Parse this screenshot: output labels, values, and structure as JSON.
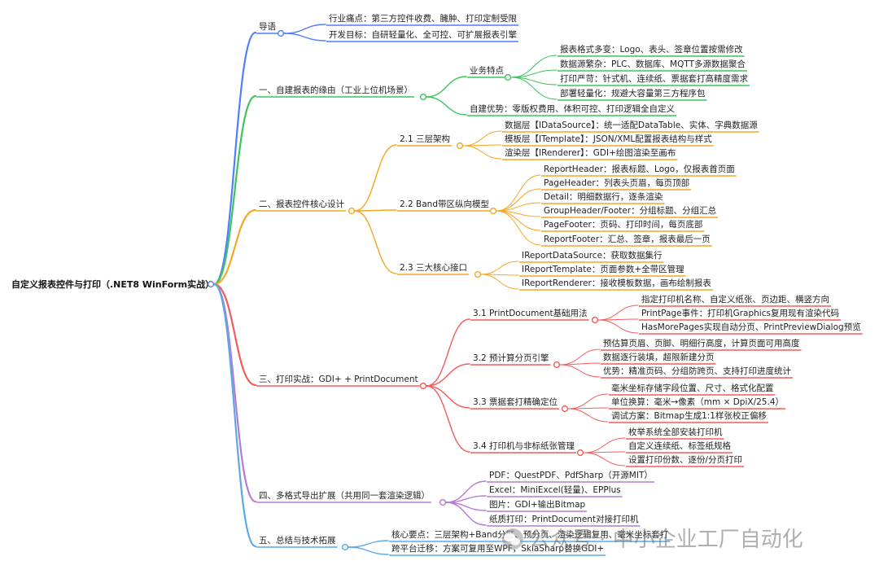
{
  "root": {
    "label": "自定义报表控件与打印（.NET8 WinForm实战）"
  },
  "branches": [
    {
      "label": "导语",
      "color": "#4f7fff",
      "children": [
        {
          "label": "行业痛点：第三方控件收费、臃肿、打印定制受限"
        },
        {
          "label": "开发目标：自研轻量化、全可控、可扩展报表引擎"
        }
      ]
    },
    {
      "label": "一、自建报表的缘由（工业上位机场景）",
      "color": "#3ec45e",
      "children": [
        {
          "label": "业务特点",
          "children": [
            {
              "label": "报表格式多变：Logo、表头、签章位置按需修改"
            },
            {
              "label": "数据源繁杂：PLC、数据库、MQTT多源数据聚合"
            },
            {
              "label": "打印严苛：针式机、连续纸、票据套打高精度需求"
            },
            {
              "label": "部署轻量化：规避大容量第三方程序包"
            }
          ]
        },
        {
          "label": "自建优势：零版权费用、体积可控、打印逻辑全自定义"
        }
      ]
    },
    {
      "label": "二、报表控件核心设计",
      "color": "#f5a623",
      "children": [
        {
          "label": "2.1 三层架构",
          "children": [
            {
              "label": "数据层【IDataSource】：统一适配DataTable、实体、字典数据源"
            },
            {
              "label": "模板层【ITemplate】：JSON/XML配置报表结构与样式"
            },
            {
              "label": "渲染层【IRenderer】：GDI+绘图渲染至画布"
            }
          ]
        },
        {
          "label": "2.2 Band带区纵向模型",
          "children": [
            {
              "label": "ReportHeader：报表标题、Logo，仅报表首页面"
            },
            {
              "label": "PageHeader：列表头页眉，每页顶部"
            },
            {
              "label": "Detail：明细数据行，逐条渲染"
            },
            {
              "label": "GroupHeader/Footer：分组标题、分组汇总"
            },
            {
              "label": "PageFooter：页码、打印时间，每页底部"
            },
            {
              "label": "ReportFooter：汇总、签章，报表最后一页"
            }
          ]
        },
        {
          "label": "2.3 三大核心接口",
          "children": [
            {
              "label": "IReportDataSource：获取数据集行"
            },
            {
              "label": "IReportTemplate：页面参数+全带区管理"
            },
            {
              "label": "IReportRenderer：接收模板数据，画布绘制报表"
            }
          ]
        }
      ]
    },
    {
      "label": "三、打印实战：GDI+ + PrintDocument",
      "color": "#f25c5c",
      "children": [
        {
          "label": "3.1 PrintDocument基础用法",
          "children": [
            {
              "label": "指定打印机名称、自定义纸张、页边距、横竖方向"
            },
            {
              "label": "PrintPage事件：打印机Graphics复用现有渲染代码"
            },
            {
              "label": "HasMorePages实现自动分页、PrintPreviewDialog预览"
            }
          ]
        },
        {
          "label": "3.2 预计算分页引擎",
          "children": [
            {
              "label": "预估算页眉、页脚、明细行高度，计算页面可用高度"
            },
            {
              "label": "数据逐行装填，超限新建分页"
            },
            {
              "label": "优势：精准页码、分组防跨页、支持打印进度统计"
            }
          ]
        },
        {
          "label": "3.3 票据套打精确定位",
          "children": [
            {
              "label": "毫米坐标存储字段位置、尺寸、格式化配置"
            },
            {
              "label": "单位换算：毫米→像素（mm × DpiX/25.4）"
            },
            {
              "label": "调试方案：Bitmap生成1:1样张校正偏移"
            }
          ]
        },
        {
          "label": "3.4 打印机与非标纸张管理",
          "children": [
            {
              "label": "枚举系统全部安装打印机"
            },
            {
              "label": "自定义连续纸、标签纸规格"
            },
            {
              "label": "设置打印份数、逐份/分页打印"
            }
          ]
        }
      ]
    },
    {
      "label": "四、多格式导出扩展（共用同一套渲染逻辑）",
      "color": "#b57bd6",
      "children": [
        {
          "label": "PDF：QuestPDF、PdfSharp（开源MIT）"
        },
        {
          "label": "Excel：MiniExcel(轻量)、EPPlus"
        },
        {
          "label": "图片：GDI+输出Bitmap"
        },
        {
          "label": "纸质打印：PrintDocument对接打印机"
        }
      ]
    },
    {
      "label": "五、总结与技术拓展",
      "color": "#5aa9e6",
      "children": [
        {
          "label": "核心要点：三层架构+Band分区、预分页、渲染逻辑复用、毫米坐标套打"
        },
        {
          "label": "跨平台迁移：方案可复用至WPF，SkiaSharp替换GDI+"
        }
      ]
    }
  ],
  "watermark": {
    "label": "公众号 · 中小企业工厂自动化",
    "icon": "wechat-icon"
  }
}
